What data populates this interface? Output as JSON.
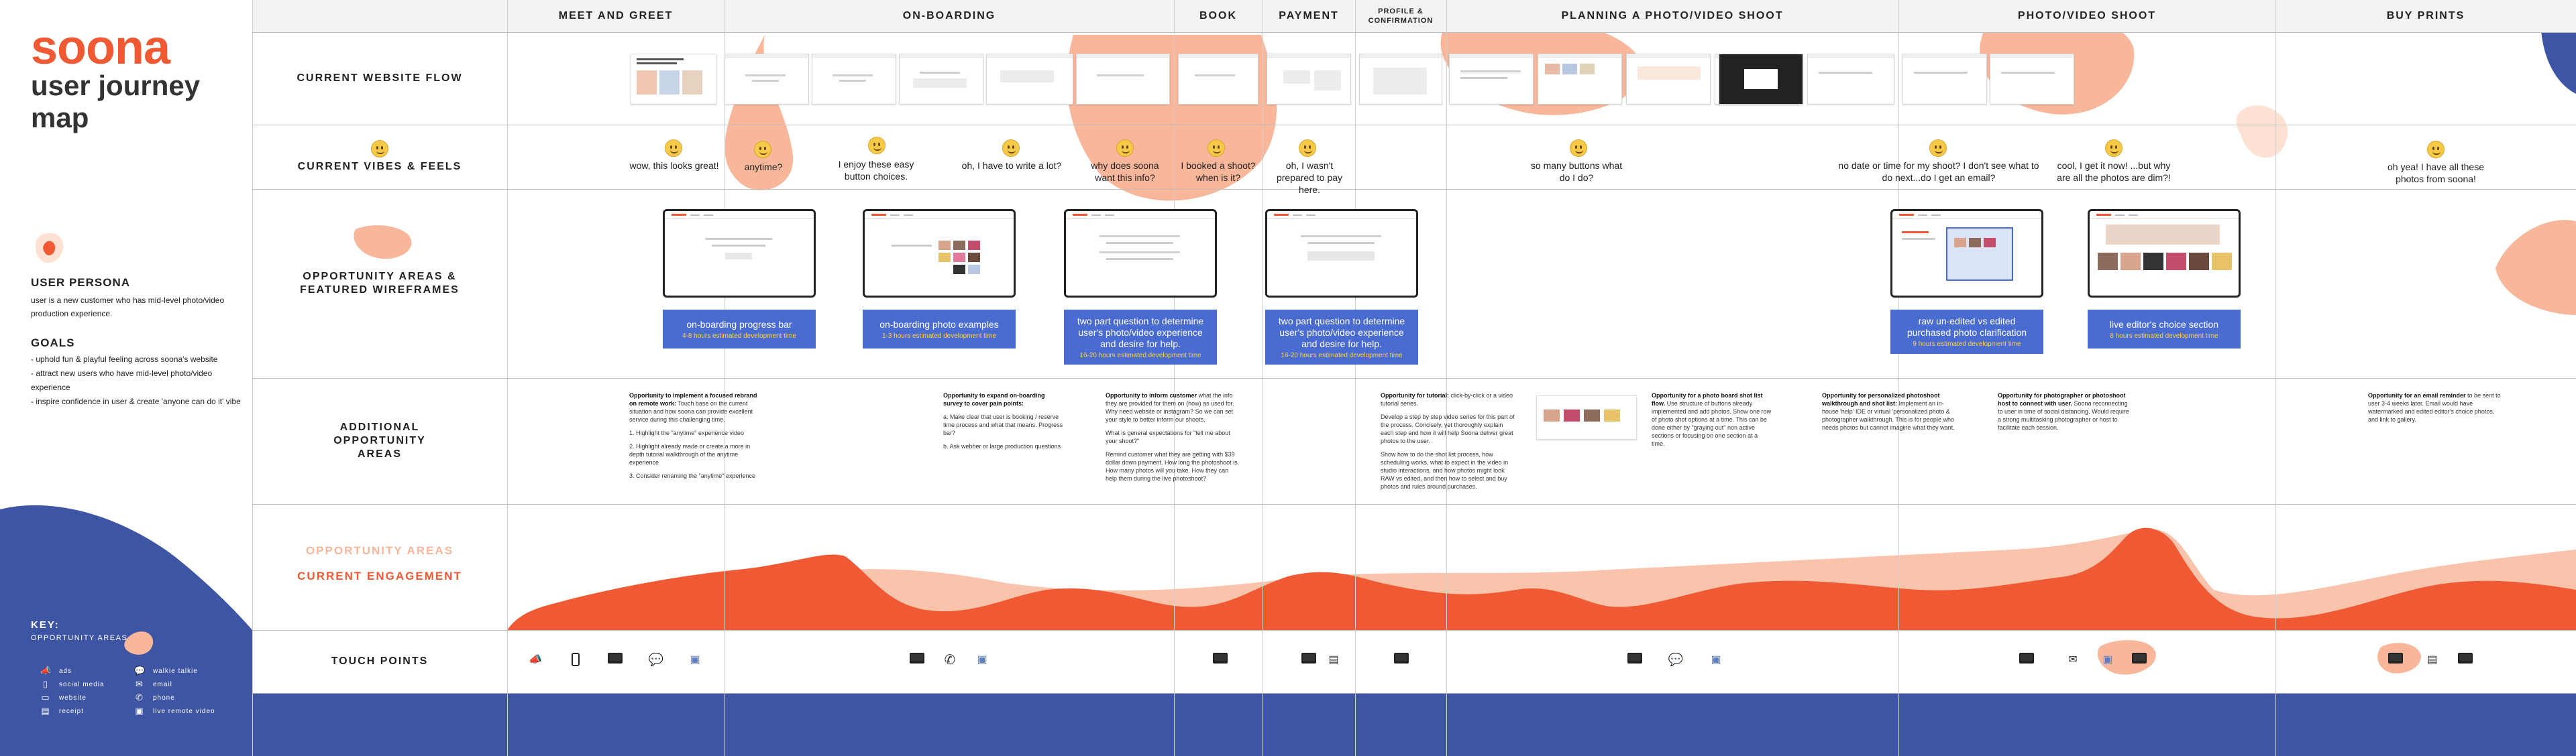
{
  "brand": {
    "logo": "soona",
    "title": "user journey map"
  },
  "persona": {
    "title": "USER PERSONA",
    "description": "user is a new customer who has mid-level photo/video production experience.",
    "goals_title": "GOALS",
    "goals": [
      "- uphold fun & playful feeling across soona's website",
      "- attract new users who have mid-level photo/video experience",
      "- inspire confidence in user & create 'anyone can do it' vibe"
    ]
  },
  "key": {
    "title": "KEY:",
    "subtitle": "OPPORTUNITY AREAS",
    "items": [
      {
        "icon": "megaphone-icon",
        "glyph": "📣",
        "label": "ads"
      },
      {
        "icon": "phone-icon",
        "glyph": "▯",
        "label": "social media"
      },
      {
        "icon": "laptop-icon",
        "glyph": "▭",
        "label": "website"
      },
      {
        "icon": "receipt-icon",
        "glyph": "▤",
        "label": "receipt"
      },
      {
        "icon": "chat-icon",
        "glyph": "💬",
        "label": "walkie talkie"
      },
      {
        "icon": "email-icon",
        "glyph": "✉",
        "label": "email"
      },
      {
        "icon": "call-icon",
        "glyph": "✆",
        "label": "phone"
      },
      {
        "icon": "video-icon",
        "glyph": "▣",
        "label": "live remote video"
      }
    ]
  },
  "stages": [
    "MEET AND GREET",
    "ON-BOARDING",
    "BOOK",
    "PAYMENT",
    "PROFILE & CONFIRMATION",
    "PLANNING A PHOTO/VIDEO SHOOT",
    "PHOTO/VIDEO SHOOT",
    "BUY PRINTS"
  ],
  "rows": {
    "website_flow": "CURRENT WEBSITE FLOW",
    "vibes": "CURRENT VIBES & FEELS",
    "opportunity": "OPPORTUNITY AREAS & FEATURED WIREFRAMES",
    "additional": "ADDITIONAL OPPORTUNITY AREAS",
    "touch_points": "TOUCH POINTS"
  },
  "vibes": [
    "wow, this looks great!",
    "anytime?",
    "I enjoy these easy button choices.",
    "oh, I have to write a lot?",
    "why does soona want this info?",
    "I booked a shoot? when is it?",
    "oh, I wasn't prepared to pay here.",
    "so many buttons what do I do?",
    "no date or time for my shoot? I don't see what to do next...do I get an email?",
    "cool, I get it now! ...but why are all the photos are dim?!",
    "oh yea! I have all these photos from soona!"
  ],
  "opportunities": [
    {
      "title": "on-boarding progress bar",
      "estimate": "4-8 hours estimated development time"
    },
    {
      "title": "on-boarding photo examples",
      "estimate": "1-3 hours estimated development time"
    },
    {
      "title": "two part question to determine user's photo/video experience and desire for help.",
      "estimate": "16-20 hours estimated development time"
    },
    {
      "title": "two part question to determine user's photo/video experience and desire for help.",
      "estimate": "16-20 hours estimated development time"
    },
    {
      "title": "raw un-edited vs edited purchased photo clarification",
      "estimate": "9 hours estimated development time"
    },
    {
      "title": "live editor's choice section",
      "estimate": "8 hours estimated development time"
    }
  ],
  "additional": [
    {
      "head": "Opportunity to implement a focused rebrand on remote work:",
      "body": "Touch base on the current situation and how soona can provide excellent service during this challenging time.",
      "list": [
        "1. Highlight the \"anytime\" experience video",
        "2. Highlight already made or create a more in depth tutorial walkthrough of the anytime experience",
        "3. Consider renaming the \"anytime\" experience"
      ]
    },
    {
      "head": "Opportunity to expand on-boarding survey to cover pain points:",
      "body": "",
      "list": [
        "a. Make clear that user is booking / reserve time process and what that means. Progress bar?",
        "b. Ask webber or large production questions"
      ]
    },
    {
      "head": "Opportunity to inform customer",
      "body": "what the info they are provided for them on (how) as used for. Why need website or instagram? So we can set your style to better inform our shoots.",
      "list": [
        "What is general expectations for \"tell me about your shoot?\"",
        "Remind customer what they are getting with $39 dollar down payment. How long the photoshoot is. How many photos will you take. How they can help them during the live photoshoot?"
      ]
    },
    {
      "head": "Opportunity for tutorial:",
      "body": "click-by-click or a video tutorial series.",
      "list": [
        "Develop a step by step video series for this part of the process. Concisely, yet thoroughly explain each step and how it will help Soona deliver great photos to the user.",
        "Show how to do the shot list process, how scheduling works, what to expect in the video in studio interactions, and how photos might look RAW vs edited, and then how to select and buy photos and rules around purchases."
      ]
    },
    {
      "head": "Opportunity for a photo board shot list flow.",
      "body": "Use structure of buttons already implemented and add photos. Show one row of photo shot options at a time. This can be done either by \"graying out\" non active sections or focusing on one section at a time.",
      "list": []
    },
    {
      "head": "Opportunity for personalized photoshoot walkthrough and shot list:",
      "body": "Implement an in-house 'help' IDE or virtual 'personalized photo & photographer walkthrough. This is for people who needs photos but cannot imagine what they want.",
      "list": []
    },
    {
      "head": "Opportunity for photographer or photoshoot host to connect with user.",
      "body": "Soona reconnecting to user in time of social distancing. Would require a strong multitasking photographer or host to facilitate each session.",
      "list": []
    },
    {
      "head": "Opportunity for an email reminder",
      "body": "to be sent to user 3-4 weeks later. Email would have watermarked and edited editor's choice photos, and link to gallery.",
      "list": []
    }
  ],
  "engagement": {
    "opportunity_label": "OPPORTUNITY AREAS",
    "current_label": "CURRENT ENGAGEMENT"
  },
  "colors": {
    "accent": "#ef5a35",
    "peach": "#f8b79b",
    "blue": "#3e55a3",
    "card": "#4a6bcf"
  }
}
